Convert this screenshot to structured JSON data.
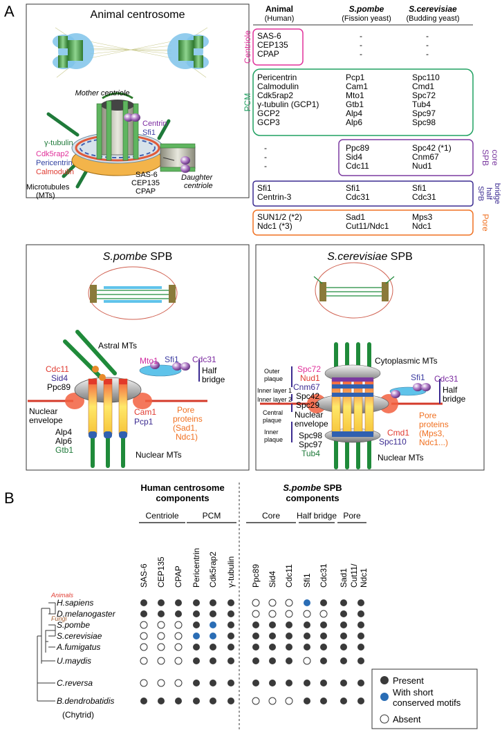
{
  "panel_a": {
    "letter": "A",
    "animal": {
      "title": "Animal centrosome",
      "mother": "Mother centriole",
      "daughter1": "Daughter",
      "daughter2": "centriole",
      "centrin": "Centrin",
      "sfi1": "Sfi1",
      "gtub": "γ-tubulin",
      "cdk5": "Cdk5rap2",
      "pcnt": "Pericentrin",
      "calm": "Calmodulin",
      "sas6": "SAS-6",
      "cep135": "CEP135",
      "cpap": "CPAP",
      "mt1": "Microtubules",
      "mt2": "(MTs)"
    },
    "table": {
      "headers": [
        {
          "name": "Animal",
          "sub": "(Human)"
        },
        {
          "name": "S.pombe",
          "sub": "(Fission yeast)"
        },
        {
          "name": "S.cerevisiae",
          "sub": "(Budding yeast)"
        }
      ],
      "groups": {
        "centriole": {
          "label": "Centriole",
          "rows": [
            [
              "SAS-6",
              "-",
              "-"
            ],
            [
              "CEP135",
              "-",
              "-"
            ],
            [
              "CPAP",
              "-",
              "-"
            ]
          ]
        },
        "pcm": {
          "label": "PCM",
          "rows": [
            [
              "Pericentrin",
              "Pcp1",
              "Spc110"
            ],
            [
              "Calmodulin",
              "Cam1",
              "Cmd1"
            ],
            [
              "Cdk5rap2",
              "Mto1",
              "Spc72"
            ],
            [
              "γ-tubulin (GCP1)",
              "Gtb1",
              "Tub4"
            ],
            [
              "GCP2",
              "Alp4",
              "Spc97"
            ],
            [
              "GCP3",
              "Alp6",
              "Spc98"
            ]
          ]
        },
        "core": {
          "label1": "SPB",
          "label2": "core",
          "rows": [
            [
              "-",
              "Ppc89",
              "Spc42 (*1)"
            ],
            [
              "-",
              "Sid4",
              "Cnm67"
            ],
            [
              "-",
              "Cdc11",
              "Nud1"
            ]
          ]
        },
        "half": {
          "label1": "SPB",
          "label2": "half",
          "label3": "bridge",
          "rows": [
            [
              "Sfi1",
              "Sfi1",
              "Sfi1"
            ],
            [
              "Centrin-3",
              "Cdc31",
              "Cdc31"
            ]
          ]
        },
        "pore": {
          "label": "Pore",
          "rows": [
            [
              "SUN1/2 (*2)",
              "Sad1",
              "Mps3"
            ],
            [
              "Ndc1 (*3)",
              "Cut11/Ndc1",
              "Ndc1"
            ]
          ]
        }
      }
    },
    "pombe": {
      "title_italic": "S.pombe",
      "title_rest": " SPB",
      "astral": "Astral MTs",
      "cdc11": "Cdc11",
      "sid4": "Sid4",
      "ppc89": "Ppc89",
      "mto1": "Mto1",
      "sfi1": "Sfi1",
      "cdc31": "Cdc31",
      "half1": "Half",
      "half2": "bridge",
      "ne1": "Nuclear",
      "ne2": "envelope",
      "cam1": "Cam1",
      "pcp1": "Pcp1",
      "pore1": "Pore",
      "pore2": "proteins",
      "pore3": "(Sad1,",
      "pore4": "Ndc1)",
      "alp4": "Alp4",
      "alp6": "Alp6",
      "gtb1": "Gtb1",
      "nuclear": "Nuclear MTs"
    },
    "cerevisiae": {
      "title_italic": "S.cerevisiae",
      "title_rest": " SPB",
      "cyto": "Cytoplasmic MTs",
      "outer1": "Outer",
      "outer2": "plaque",
      "inner1": "Inner layer 1",
      "inner2": "Inner layer 2",
      "central1": "Central",
      "central2": "plaque",
      "innerp1": "Inner",
      "innerp2": "plaque",
      "spc72": "Spc72",
      "nud1": "Nud1",
      "cnm67": "Cnm67",
      "spc42": "Spc42",
      "spc29": "Spc29",
      "sfi1": "Sfi1",
      "cdc31": "Cdc31",
      "half1": "Half",
      "half2": "bridge",
      "ne1": "Nuclear",
      "ne2": "envelope",
      "cmd1": "Cmd1",
      "spc110": "Spc110",
      "pore1": "Pore",
      "pore2": "proteins",
      "pore3": "(Mps3,",
      "pore4": "Ndc1...)",
      "spc98": "Spc98",
      "spc97": "Spc97",
      "tub4": "Tub4",
      "nuclear": "Nuclear MTs"
    }
  },
  "panel_b": {
    "letter": "B",
    "human_title1": "Human centrosome",
    "human_title2": "components",
    "pombe_title1_italic": "S.pombe",
    "pombe_title1_rest": " SPB",
    "pombe_title2": "components",
    "groups": [
      "Centriole",
      "PCM",
      "Core",
      "Half bridge",
      "Pore"
    ],
    "columns": [
      "SAS-6",
      "CEP135",
      "CPAP",
      "Pericentrin",
      "Cdk5rap2",
      "γ-tubulin",
      "Ppc89",
      "Sid4",
      "Cdc11",
      "Sfi1",
      "Cdc31",
      "Sad1",
      "Cut11/",
      "Ndc1"
    ],
    "clade_animals": "Animals",
    "clade_fungi": "Fungi",
    "species": [
      "H.sapiens",
      "D.melanogaster",
      "S.pombe",
      "S.cerevisiae",
      "A.fumigatus",
      "U.maydis",
      "C.reversa",
      "B.dendrobatidis"
    ],
    "species_note": "(Chytrid)",
    "matrix": [
      [
        "P",
        "P",
        "P",
        "P",
        "P",
        "P",
        "A",
        "A",
        "A",
        "S",
        "P",
        "P",
        "P"
      ],
      [
        "P",
        "P",
        "P",
        "P",
        "P",
        "P",
        "A",
        "A",
        "A",
        "A",
        "A",
        "P",
        "P"
      ],
      [
        "A",
        "A",
        "A",
        "P",
        "S",
        "P",
        "P",
        "P",
        "P",
        "P",
        "P",
        "P",
        "P"
      ],
      [
        "A",
        "A",
        "A",
        "S",
        "S",
        "P",
        "P",
        "P",
        "P",
        "P",
        "P",
        "P",
        "P"
      ],
      [
        "A",
        "A",
        "A",
        "P",
        "P",
        "P",
        "P",
        "P",
        "P",
        "P",
        "P",
        "P",
        "P"
      ],
      [
        "A",
        "A",
        "A",
        "P",
        "P",
        "P",
        "P",
        "P",
        "P",
        "A",
        "P",
        "P",
        "P"
      ],
      [
        "A",
        "A",
        "A",
        "P",
        "P",
        "P",
        "P",
        "P",
        "P",
        "P",
        "P",
        "P",
        "P"
      ],
      [
        "P",
        "P",
        "P",
        "P",
        "P",
        "P",
        "A",
        "A",
        "A",
        "P",
        "P",
        "P",
        "P"
      ]
    ],
    "legend": {
      "present": "Present",
      "short1": "With short",
      "short2": "conserved motifs",
      "absent": "Absent"
    },
    "colors": {
      "present": "#3a3a3a",
      "short": "#2a6db5",
      "absent": "#ffffff"
    }
  }
}
